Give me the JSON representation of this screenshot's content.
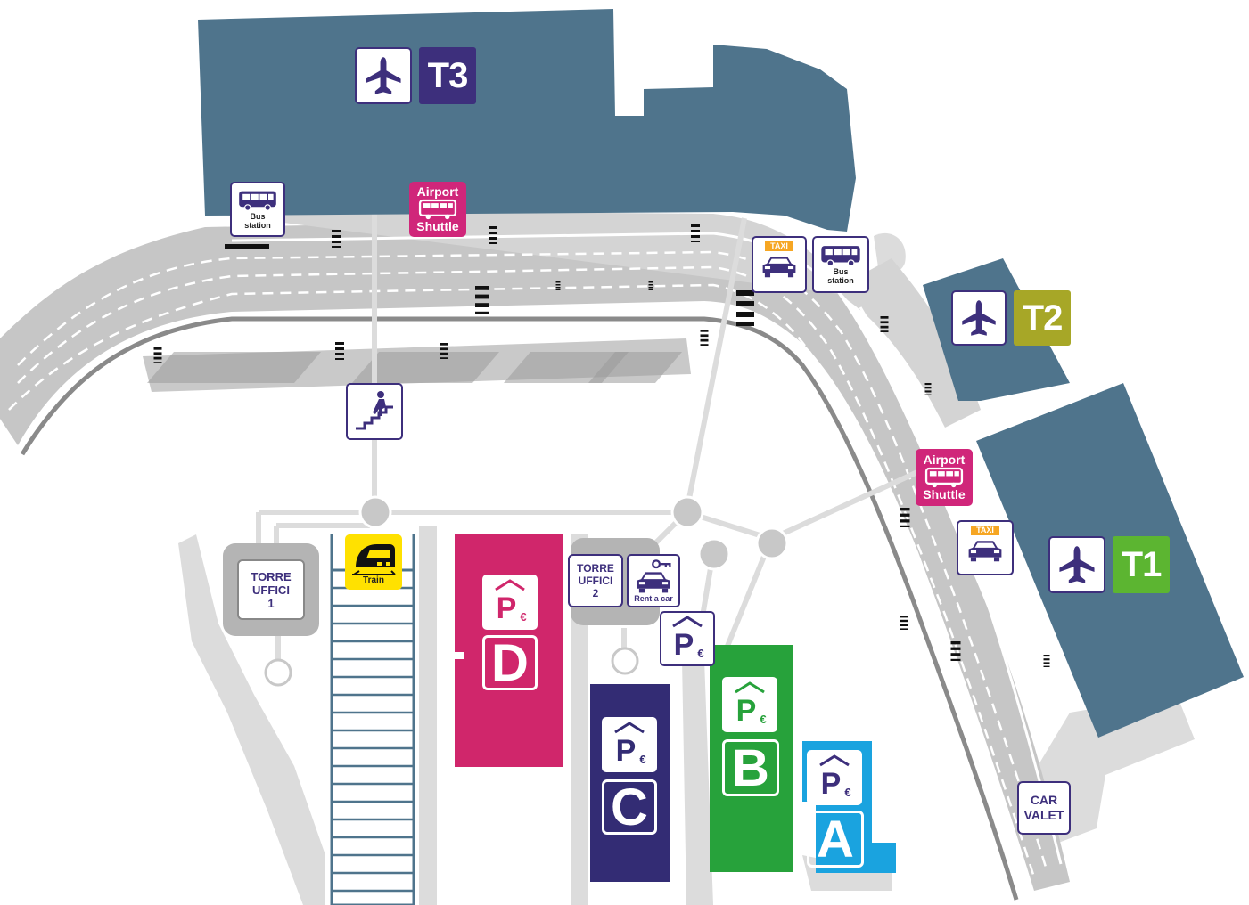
{
  "terminals": [
    {
      "code": "T3",
      "color": "#3d2f7c"
    },
    {
      "code": "T2",
      "color": "#a7a727"
    },
    {
      "code": "T1",
      "color": "#5cb531"
    }
  ],
  "colors": {
    "terminal_building": "#4f748c",
    "road": "#c6c6c6",
    "road_light": "#dcdcdc",
    "parking_d": "#d0266b",
    "parking_c": "#332c74",
    "parking_b": "#27a23b",
    "parking_a": "#1aa3df",
    "train": "#ffe100",
    "service_pink": "#d0267a"
  },
  "services": {
    "bus_station_label": "Bus\nstation",
    "airport_shuttle_line1": "Airport",
    "airport_shuttle_line2": "Shuttle",
    "taxi_label": "TAXI",
    "train_label": "Train",
    "rent_a_car_label": "Rent a car",
    "car_valet_label": "CAR\nVALET"
  },
  "towers": [
    {
      "line1": "TORRE",
      "line2": "UFFICI",
      "line3": "1"
    },
    {
      "line1": "TORRE",
      "line2": "UFFICI",
      "line3": "2"
    }
  ],
  "parking": {
    "symbol": "P",
    "currency": "€",
    "lots": [
      "D",
      "C",
      "B",
      "A"
    ]
  },
  "icons": {
    "airplane": "airplane-icon",
    "bus": "bus-icon",
    "taxi": "taxi-icon",
    "train": "train-icon",
    "stairs": "stairs-walker-icon",
    "rent_car": "car-key-icon",
    "parking": "parking-icon"
  }
}
